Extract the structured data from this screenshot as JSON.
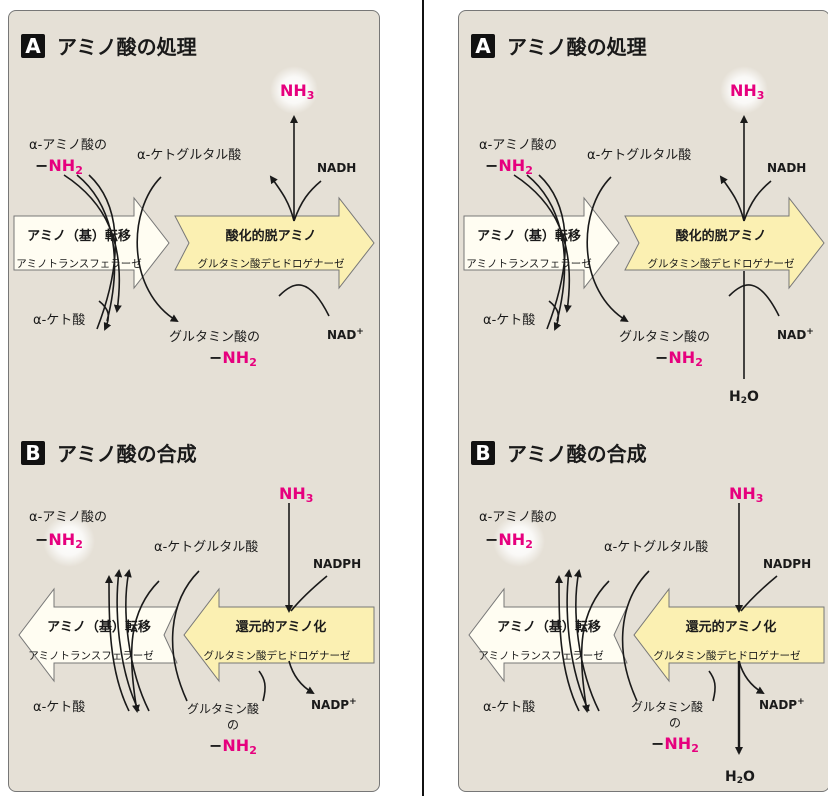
{
  "panels": [
    {
      "id": "left",
      "A": {
        "letter": "A",
        "title": "アミノ酸の処理",
        "nh3": {
          "main": "NH",
          "sub": "3"
        },
        "alpha_amino_acid": "α-アミノ酸の",
        "nh2_a": {
          "dash": "−",
          "main": "NH",
          "sub": "2"
        },
        "ketoglutarate": "α-ケトグルタル酸",
        "nadh": "NADH",
        "transamination_label": "アミノ（基）転移",
        "transaminase_label": "アミノトランスフェラーゼ",
        "oxidative_label": "酸化的脱アミノ",
        "dehydrogenase_label": "グルタミン酸デヒドロゲナーゼ",
        "keto_acid": "α-ケト酸",
        "glutamate": "グルタミン酸の",
        "nh2_b": {
          "dash": "−",
          "main": "NH",
          "sub": "2"
        },
        "nad": {
          "main": "NAD",
          "sup": "+"
        }
      },
      "B": {
        "letter": "B",
        "title": "アミノ酸の合成",
        "nh3": {
          "main": "NH",
          "sub": "3"
        },
        "alpha_amino_acid": "α-アミノ酸の",
        "nh2_a": {
          "dash": "−",
          "main": "NH",
          "sub": "2"
        },
        "ketoglutarate": "α-ケトグルタル酸",
        "nadph": "NADPH",
        "transamination_label": "アミノ（基）転移",
        "transaminase_label": "アミノトランスフェラーゼ",
        "reductive_label": "還元的アミノ化",
        "dehydrogenase_label": "グルタミン酸デヒドロゲナーゼ",
        "keto_acid": "α-ケト酸",
        "glutamate_1": "グルタミン酸",
        "glutamate_2": "の",
        "nh2_b": {
          "dash": "−",
          "main": "NH",
          "sub": "2"
        },
        "nadp": {
          "main": "NADP",
          "sup": "+"
        }
      }
    },
    {
      "id": "right",
      "A": {
        "letter": "A",
        "title": "アミノ酸の処理",
        "nh3": {
          "main": "NH",
          "sub": "3"
        },
        "alpha_amino_acid": "α-アミノ酸の",
        "nh2_a": {
          "dash": "−",
          "main": "NH",
          "sub": "2"
        },
        "ketoglutarate": "α-ケトグルタル酸",
        "nadh": "NADH",
        "transamination_label": "アミノ（基）転移",
        "transaminase_label": "アミノトランスフェラーゼ",
        "oxidative_label": "酸化的脱アミノ",
        "dehydrogenase_label": "グルタミン酸デヒドロゲナーゼ",
        "keto_acid": "α-ケト酸",
        "glutamate": "グルタミン酸の",
        "nh2_b": {
          "dash": "−",
          "main": "NH",
          "sub": "2"
        },
        "nad": {
          "main": "NAD",
          "sup": "+"
        },
        "h2o": {
          "main": "H",
          "sub": "2",
          "tail": "O"
        }
      },
      "B": {
        "letter": "B",
        "title": "アミノ酸の合成",
        "nh3": {
          "main": "NH",
          "sub": "3"
        },
        "alpha_amino_acid": "α-アミノ酸の",
        "nh2_a": {
          "dash": "−",
          "main": "NH",
          "sub": "2"
        },
        "ketoglutarate": "α-ケトグルタル酸",
        "nadph": "NADPH",
        "transamination_label": "アミノ（基）転移",
        "transaminase_label": "アミノトランスフェラーゼ",
        "reductive_label": "還元的アミノ化",
        "dehydrogenase_label": "グルタミン酸デヒドロゲナーゼ",
        "keto_acid": "α-ケト酸",
        "glutamate_1": "グルタミン酸",
        "glutamate_2": "の",
        "nh2_b": {
          "dash": "−",
          "main": "NH",
          "sub": "2"
        },
        "nadp": {
          "main": "NADP",
          "sup": "+"
        },
        "h2o": {
          "main": "H",
          "sub": "2",
          "tail": "O"
        }
      }
    }
  ],
  "colors": {
    "panel_bg": "#e5e0d6",
    "arrow_white": "#fffdf2",
    "arrow_yellow": "#fbf0b2",
    "amino_magenta": "#e6007e",
    "ink": "#1a1a1a"
  }
}
